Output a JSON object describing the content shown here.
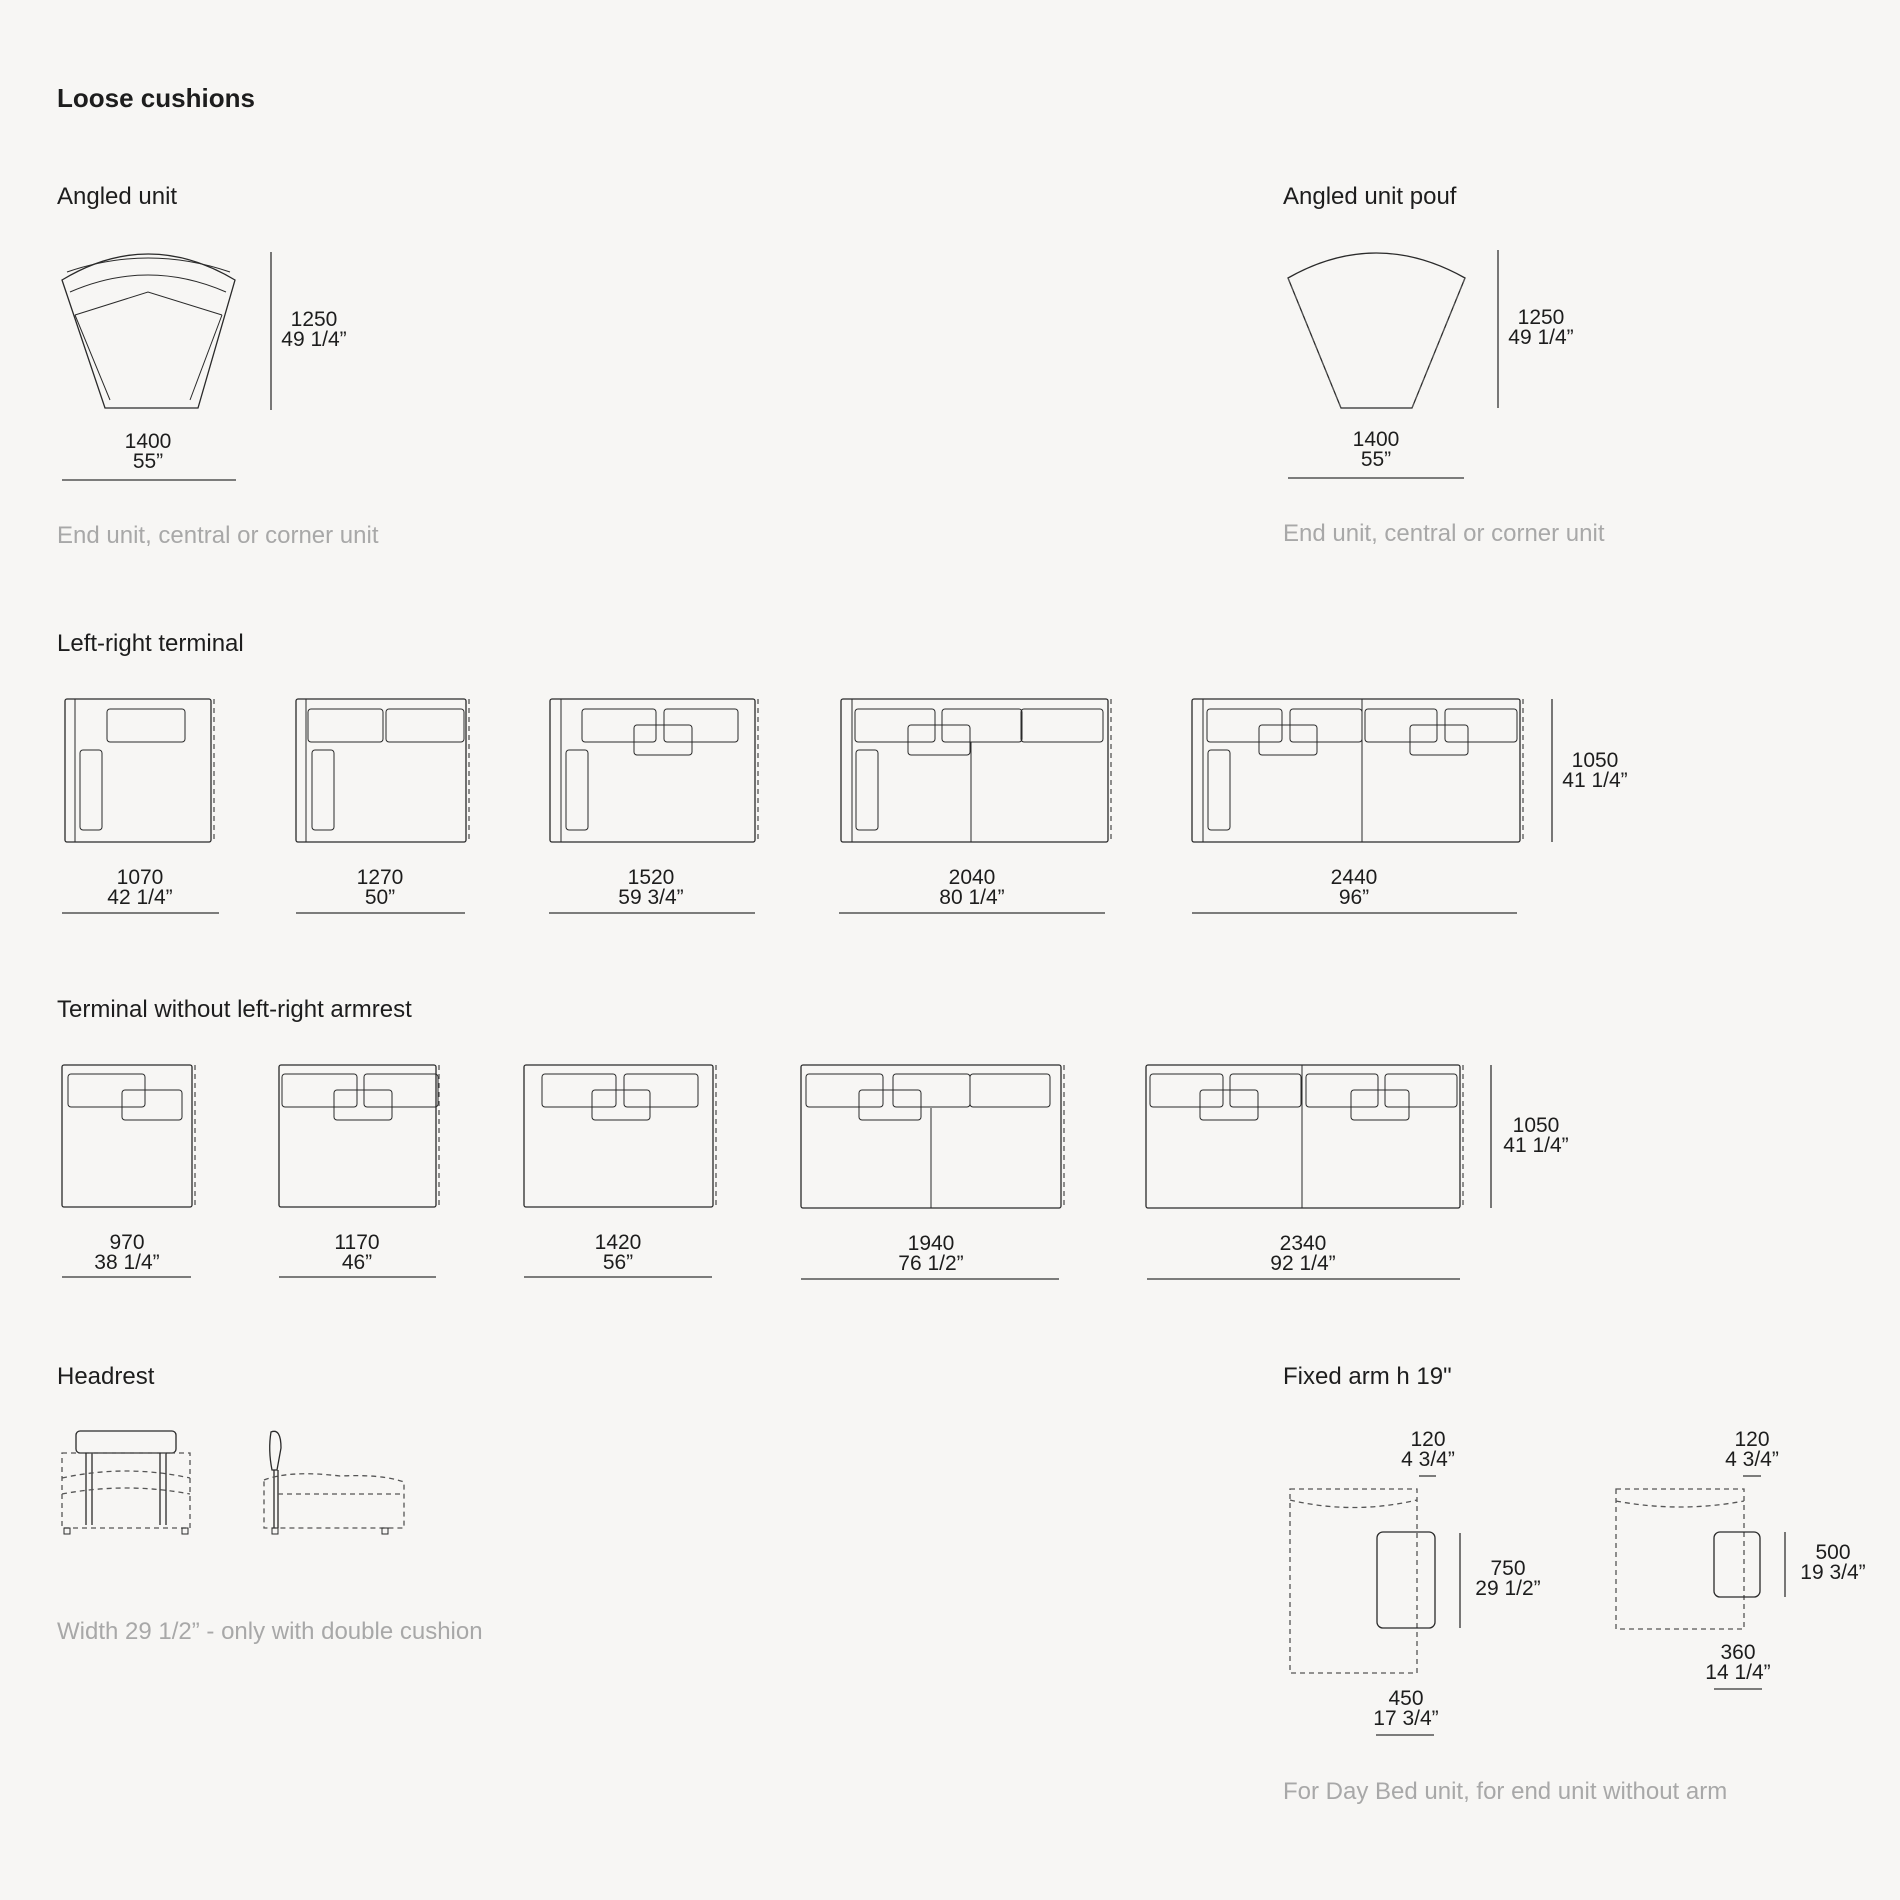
{
  "title": "Loose cushions",
  "angled_unit": {
    "heading": "Angled unit",
    "depth_mm": "1250",
    "depth_in": "49 1/4”",
    "width_mm": "1400",
    "width_in": "55”",
    "note": "End unit, central or corner unit"
  },
  "angled_pouf": {
    "heading": "Angled unit pouf",
    "depth_mm": "1250",
    "depth_in": "49 1/4”",
    "width_mm": "1400",
    "width_in": "55”",
    "note": "End unit, central or corner unit"
  },
  "left_right_terminal": {
    "heading": "Left-right terminal",
    "depth_mm": "1050",
    "depth_in": "41 1/4”",
    "widths": [
      {
        "mm": "1070",
        "in": "42 1/4”"
      },
      {
        "mm": "1270",
        "in": "50”"
      },
      {
        "mm": "1520",
        "in": "59 3/4”"
      },
      {
        "mm": "2040",
        "in": "80 1/4”"
      },
      {
        "mm": "2440",
        "in": "96”"
      }
    ]
  },
  "terminal_no_arm": {
    "heading": "Terminal without left-right armrest",
    "depth_mm": "1050",
    "depth_in": "41 1/4”",
    "widths": [
      {
        "mm": "970",
        "in": "38 1/4”"
      },
      {
        "mm": "1170",
        "in": "46”"
      },
      {
        "mm": "1420",
        "in": "56”"
      },
      {
        "mm": "1940",
        "in": "76 1/2”"
      },
      {
        "mm": "2340",
        "in": "92 1/4”"
      }
    ]
  },
  "headrest": {
    "heading": "Headrest",
    "note": "Width 29 1/2” - only with double cushion"
  },
  "fixed_arm": {
    "heading": "Fixed arm h 19\"",
    "a": {
      "top_mm": "120",
      "top_in": "4 3/4”",
      "side_mm": "750",
      "side_in": "29 1/2”",
      "bottom_mm": "450",
      "bottom_in": "17 3/4”"
    },
    "b": {
      "top_mm": "120",
      "top_in": "4 3/4”",
      "side_mm": "500",
      "side_in": "19 3/4”",
      "bottom_mm": "360",
      "bottom_in": "14 1/4”"
    },
    "note": "For Day Bed unit, for end unit without arm"
  }
}
